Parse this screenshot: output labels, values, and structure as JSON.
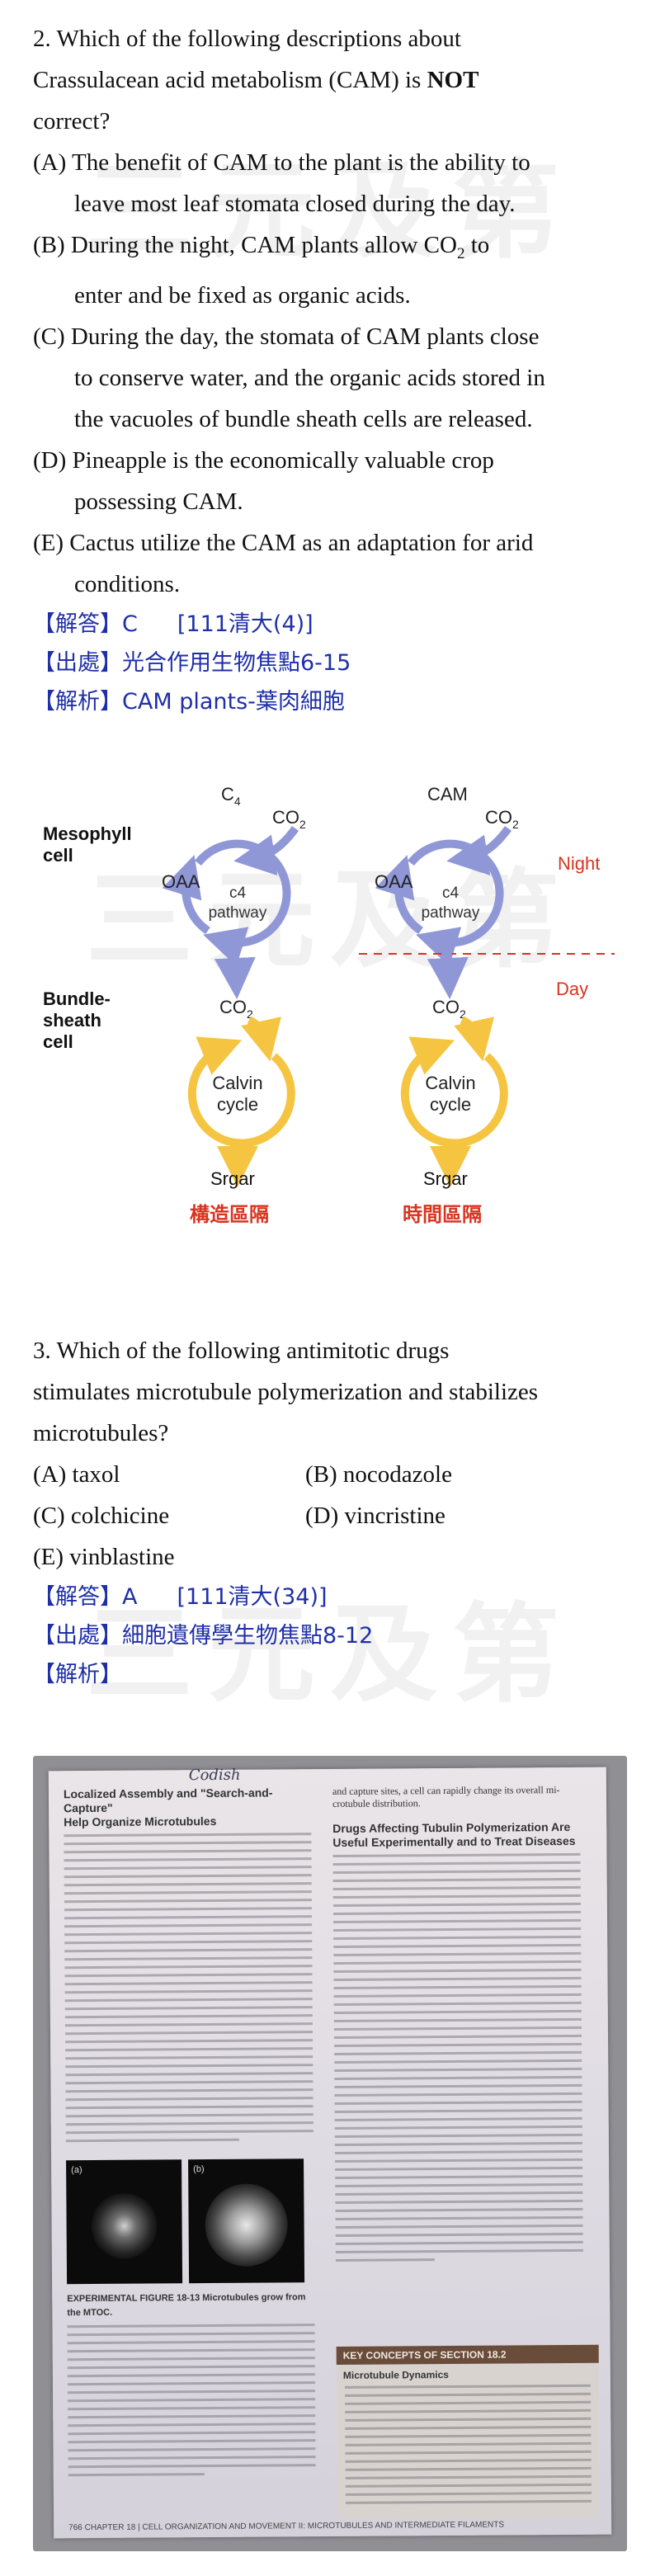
{
  "watermark": "三元及第",
  "question2": {
    "lines": [
      "2.   Which of the following descriptions about",
      "Crassulacean acid metabolism (CAM) is NOT",
      "correct?"
    ],
    "options": [
      {
        "label": "(A)",
        "text1": "The benefit of CAM to the plant is the ability to",
        "text2": "leave most leaf stomata closed during the day."
      },
      {
        "label": "(B)",
        "text1": "During the night, CAM plants allow CO",
        "sub": "2",
        "text1b": " to",
        "text2": "enter and be fixed as organic acids."
      },
      {
        "label": "(C)",
        "text1": "During the day, the stomata of CAM plants close",
        "text2": "to conserve water, and the organic acids stored in",
        "text3": "the vacuoles of bundle sheath cells are released."
      },
      {
        "label": "(D)",
        "text1": "Pineapple is the economically valuable crop",
        "text2": "possessing CAM."
      },
      {
        "label": "(E)",
        "text1": "Cactus utilize the CAM as an adaptation for arid",
        "text2": "conditions."
      }
    ],
    "answer_label": "【解答】",
    "answer": "C",
    "answer_ref": "[111清大(4)]",
    "source_label": "【出處】",
    "source": "光合作用生物焦點6-15",
    "analysis_label": "【解析】",
    "analysis": "CAM plants-葉肉細胞"
  },
  "diagram": {
    "left_top": "C",
    "left_top_sub": "4",
    "right_top": "CAM",
    "co2": "CO",
    "co2_sub": "2",
    "oaa": "OAA",
    "pathway_line1": "c4",
    "pathway_line2": "pathway",
    "calvin_line1": "Calvin",
    "calvin_line2": "cycle",
    "mesophyll_line1": "Mesophyll",
    "mesophyll_line2": "cell",
    "bundle_line1": "Bundle-",
    "bundle_line2": "sheath",
    "bundle_line3": "cell",
    "night": "Night",
    "day": "Day",
    "sugar": "Srgar",
    "left_caption": "構造區隔",
    "right_caption": "時間區隔",
    "colors": {
      "blue": "#8f97d6",
      "gold": "#f5c542",
      "red": "#d9331f",
      "caption": "#d9331f"
    }
  },
  "question3": {
    "lines": [
      "3.   Which of the following antimitotic drugs",
      "stimulates microtubule polymerization and stabilizes",
      "microtubules?"
    ],
    "opt_a": "(A) taxol",
    "opt_b": "(B) nocodazole",
    "opt_c": "(C) colchicine",
    "opt_d": "(D) vincristine",
    "opt_e": "(E) vinblastine",
    "answer_label": "【解答】",
    "answer": "A",
    "answer_ref": "[111清大(34)]",
    "source_label": "【出處】",
    "source": "細胞遺傳學生物焦點8-12",
    "analysis_label": "【解析】"
  },
  "photo": {
    "left_heading1": "Localized Assembly and \"Search-and-Capture\"",
    "left_heading2": "Help Organize Microtubules",
    "right_intro": "and capture sites, a cell can rapidly change its overall mi-",
    "right_intro2": "crotubule distribution.",
    "handwriting": "Codish",
    "right_heading1": "Drugs Affecting Tubulin Polymerization Are",
    "right_heading2": "Useful Experimentally and to Treat Diseases",
    "micro_a": "(a)",
    "micro_b": "(b)",
    "figure_caption": "EXPERIMENTAL FIGURE 18-13 Microtubules grow from the MTOC.",
    "key_concepts": "KEY CONCEPTS OF SECTION 18.2",
    "key_sub": "Microtubule Dynamics",
    "footer": "766    CHAPTER 18  |  CELL ORGANIZATION AND MOVEMENT II: MICROTUBULES AND INTERMEDIATE FILAMENTS"
  }
}
